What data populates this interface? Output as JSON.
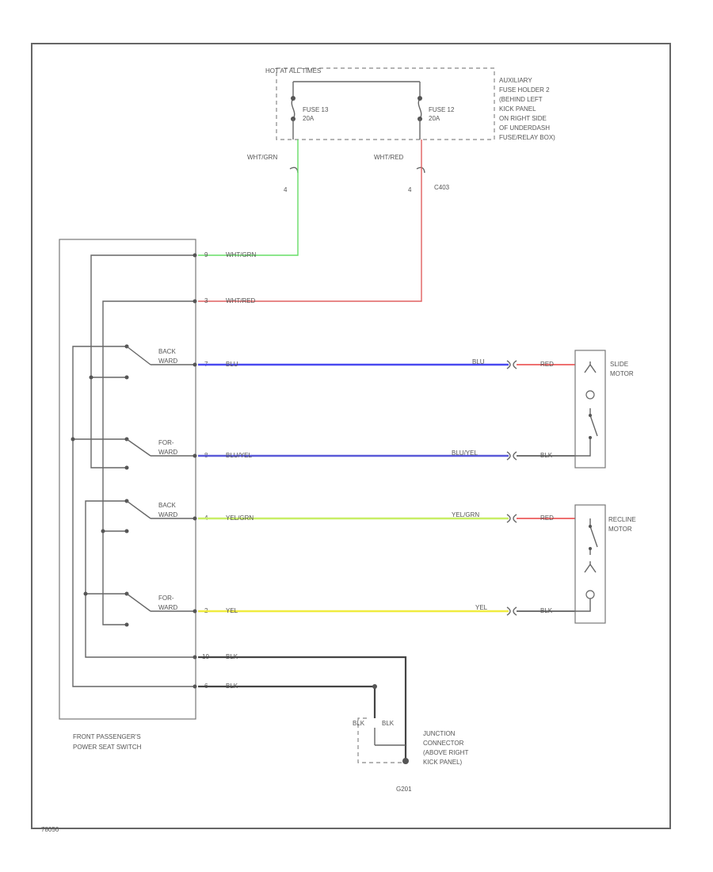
{
  "fuse_block": {
    "title": "HOT AT ALL TIMES",
    "fuse_a": {
      "name": "FUSE 13",
      "rating": "20A"
    },
    "fuse_b": {
      "name": "FUSE 12",
      "rating": "20A"
    },
    "location": [
      "AUXILIARY",
      "FUSE HOLDER 2",
      "(BEHIND LEFT",
      "KICK PANEL",
      "ON RIGHT SIDE",
      "OF UNDERDASH",
      "FUSE/RELAY BOX)"
    ]
  },
  "connector_c403": {
    "name": "C403",
    "pin_a": "4",
    "pin_b": "4",
    "wire_a": "WHT/GRN",
    "wire_b": "WHT/RED"
  },
  "switch": {
    "label": [
      "FRONT PASSENGER'S",
      "POWER SEAT SWITCH"
    ],
    "pins": [
      {
        "pin": "9",
        "wire": "WHT/GRN"
      },
      {
        "pin": "3",
        "wire": "WHT/RED"
      },
      {
        "pin": "7",
        "wire": "BLU"
      },
      {
        "pin": "8",
        "wire": "BLU/YEL"
      },
      {
        "pin": "4",
        "wire": "YEL/GRN"
      },
      {
        "pin": "2",
        "wire": "YEL"
      },
      {
        "pin": "10",
        "wire": "BLK"
      },
      {
        "pin": "6",
        "wire": "BLK"
      }
    ],
    "contacts": [
      {
        "line1": "BACK",
        "line2": "WARD"
      },
      {
        "line1": "FOR-",
        "line2": "WARD"
      },
      {
        "line1": "BACK",
        "line2": "WARD"
      },
      {
        "line1": "FOR-",
        "line2": "WARD"
      }
    ]
  },
  "motor_connector_wires": [
    {
      "left": "BLU",
      "right": "RED"
    },
    {
      "left": "BLU/YEL",
      "right": "BLK"
    },
    {
      "left": "YEL/GRN",
      "right": "RED"
    },
    {
      "left": "YEL",
      "right": "BLK"
    }
  ],
  "slide_motor": {
    "line1": "SLIDE",
    "line2": "MOTOR"
  },
  "recline_motor": {
    "line1": "RECLINE",
    "line2": "MOTOR"
  },
  "ground": {
    "wire_a": "BLK",
    "wire_b": "BLK",
    "junction": [
      "JUNCTION",
      "CONNECTOR",
      "(ABOVE RIGHT",
      "KICK PANEL)"
    ],
    "ground_id": "G201"
  },
  "wire_colors": {
    "wht_grn": "#66dd66",
    "wht_red": "#e06060",
    "blu": "#4a4af0",
    "blu_yel": "#5a5ad8",
    "yel_grn": "#c8ee66",
    "yel": "#f0ec40",
    "red": "#e84040",
    "blk": "#444444"
  },
  "footer_code": "78056"
}
